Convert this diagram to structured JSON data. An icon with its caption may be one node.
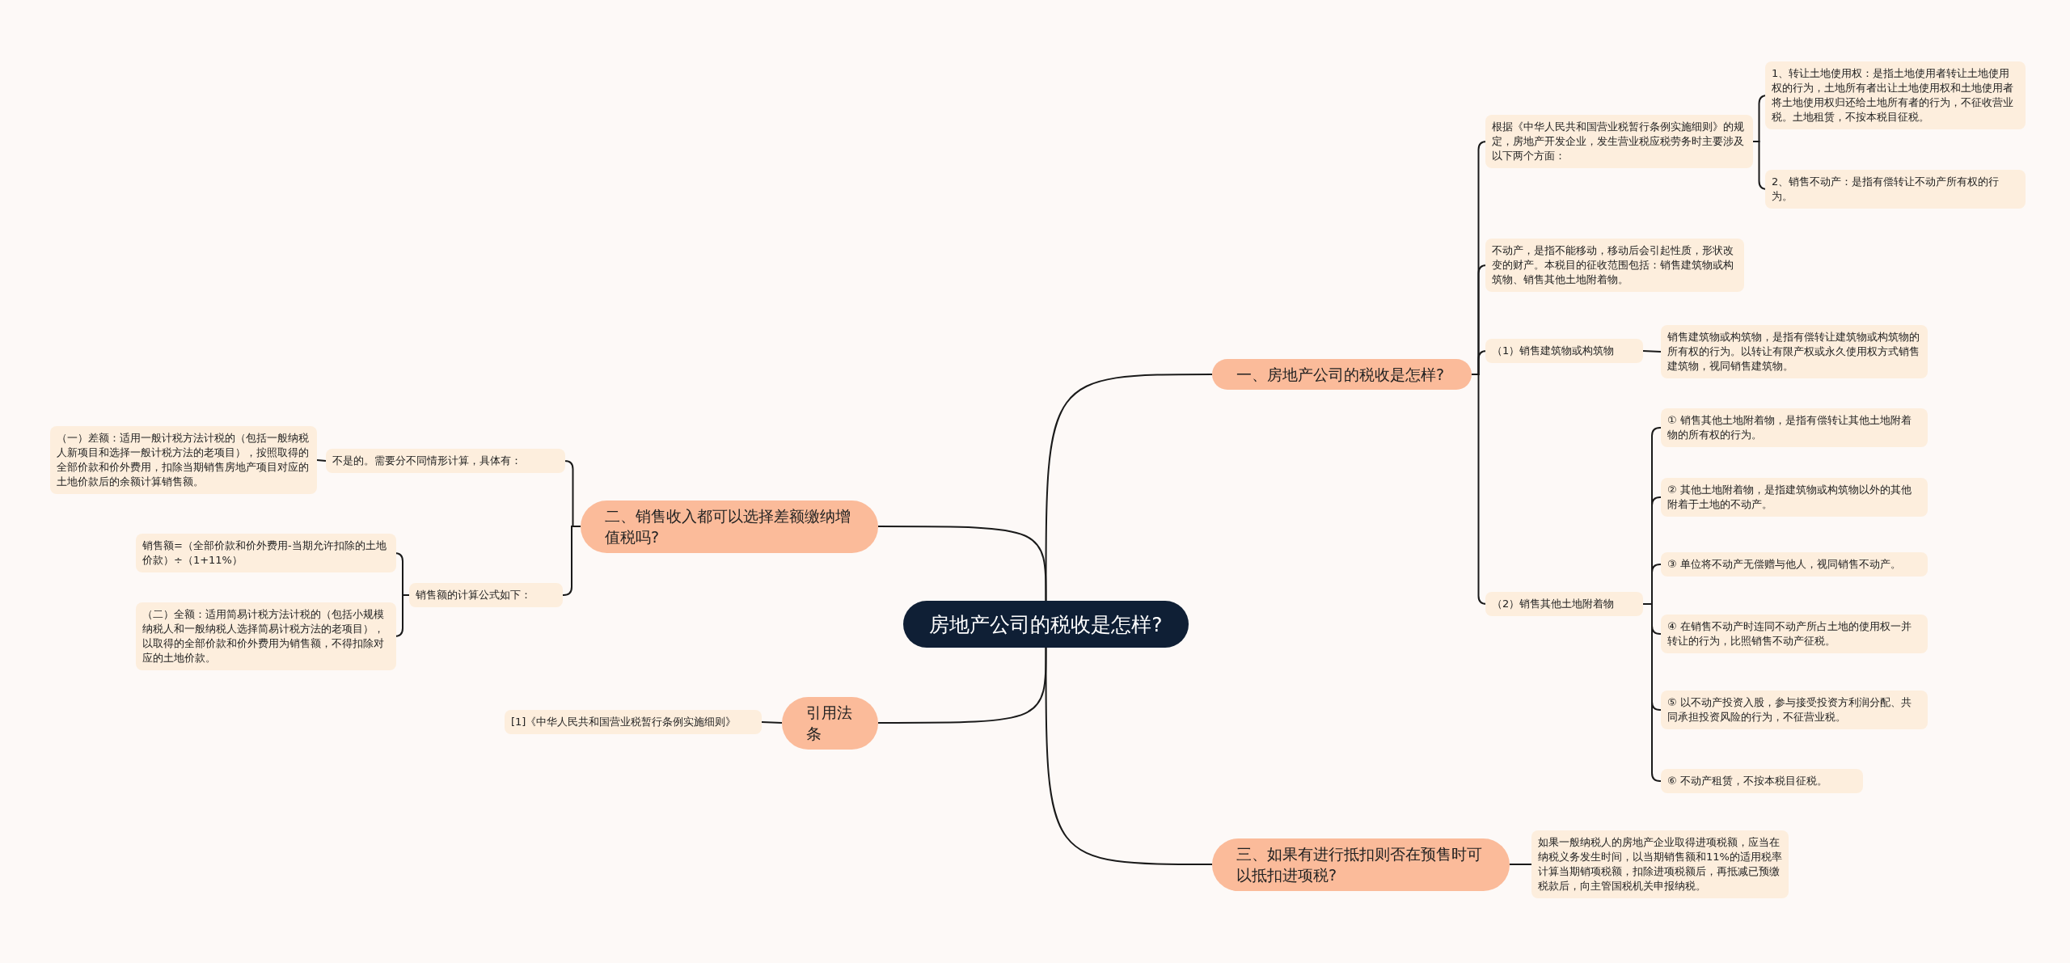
{
  "diagram": {
    "nodes": [
      {
        "text": [
          "房地产公司的税收是怎样?"
        ]
      },
      {
        "text": [
          "一、房地产公司的税收是怎样?"
        ]
      },
      {
        "text": [
          "根据《中华人民共和国营业税暂行条例实施细则》的规定，房地产开发企业，发生营业税应税劳务时主要涉及以下两个方面："
        ]
      },
      {
        "text": [
          "1、转让土地使用权：是指土地使用者转让土地使用权的行为，土地所有者出让土地使用权和土地使用者将土地使用权归还给土地所有者的行为，不征收营业税。土地租赁，不按本税目征税。"
        ]
      },
      {
        "text": [
          "2、销售不动产：是指有偿转让不动产所有权的行为。"
        ]
      },
      {
        "text": [
          "不动产，是指不能移动，移动后会引起性质，形状改变的财产。本税目的征收范围包括：销售建筑物或构筑物、销售其他土地附着物。"
        ]
      },
      {
        "text": [
          "（1）销售建筑物或构筑物"
        ]
      },
      {
        "text": [
          "销售建筑物或构筑物，是指有偿转让建筑物或构筑物的所有权的行为。以转让有限产权或永久使用权方式销售建筑物，视同销售建筑物。"
        ]
      },
      {
        "text": [
          "（2）销售其他土地附着物"
        ]
      },
      {
        "text": [
          "① 销售其他土地附着物，是指有偿转让其他土地附着物的所有权的行为。"
        ]
      },
      {
        "text": [
          "② 其他土地附着物，是指建筑物或构筑物以外的其他附着于土地的不动产。"
        ]
      },
      {
        "text": [
          "③ 单位将不动产无偿赠与他人，视同销售不动产。"
        ]
      },
      {
        "text": [
          "④ 在销售不动产时连同不动产所占土地的使用权一并转让的行为，比照销售不动产征税。"
        ]
      },
      {
        "text": [
          "⑤ 以不动产投资入股，参与接受投资方利润分配、共同承担投资风险的行为，不征营业税。"
        ]
      },
      {
        "text": [
          "⑥ 不动产租赁，不按本税目征税。"
        ]
      },
      {
        "text": [
          "二、销售收入都可以选择差额缴纳增值税吗?"
        ]
      },
      {
        "text": [
          "不是的。需要分不同情形计算，具体有："
        ]
      },
      {
        "text": [
          "（一）差额：适用一般计税方法计税的（包括一般纳税人新项目和选择一般计税方法的老项目），按照取得的全部价款和价外费用，扣除当期销售房地产项目对应的土地价款后的余额计算销售额。"
        ]
      },
      {
        "text": [
          "销售额的计算公式如下："
        ]
      },
      {
        "text": [
          "销售额=（全部价款和价外费用-当期允许扣除的土地价款）÷（1+11%）"
        ]
      },
      {
        "text": [
          "（二）全额：适用简易计税方法计税的（包括小规模纳税人和一般纳税人选择简易计税方法的老项目），以取得的全部价款和价外费用为销售额，不得扣除对应的土地价款。"
        ]
      },
      {
        "text": [
          "引用法条"
        ]
      },
      {
        "text": [
          "[1]《中华人民共和国营业税暂行条例实施细则》"
        ]
      },
      {
        "text": [
          "三、如果有进行抵扣则否在预售时可以抵扣进项税?"
        ]
      },
      {
        "text": [
          "如果一般纳税人的房地产企业取得进项税额，应当在纳税义务发生时间，以当期销售额和11%的适用税率计算当期销项税额，扣除进项税额后，再抵减已预缴税款后，向主管国税机关申报纳税。"
        ]
      }
    ],
    "edges": [
      {
        "from": 0,
        "to": 1,
        "arrow": "none"
      },
      {
        "from": 1,
        "to": 2,
        "arrow": "none"
      },
      {
        "from": 2,
        "to": 3,
        "arrow": "none"
      },
      {
        "from": 2,
        "to": 4,
        "arrow": "none"
      },
      {
        "from": 1,
        "to": 5,
        "arrow": "none"
      },
      {
        "from": 1,
        "to": 6,
        "arrow": "none"
      },
      {
        "from": 6,
        "to": 7,
        "arrow": "none"
      },
      {
        "from": 1,
        "to": 8,
        "arrow": "none"
      },
      {
        "from": 8,
        "to": 9,
        "arrow": "none"
      },
      {
        "from": 8,
        "to": 10,
        "arrow": "none"
      },
      {
        "from": 8,
        "to": 11,
        "arrow": "none"
      },
      {
        "from": 8,
        "to": 12,
        "arrow": "none"
      },
      {
        "from": 8,
        "to": 13,
        "arrow": "none"
      },
      {
        "from": 8,
        "to": 14,
        "arrow": "none"
      },
      {
        "from": 0,
        "to": 15,
        "arrow": "none"
      },
      {
        "from": 15,
        "to": 16,
        "arrow": "none"
      },
      {
        "from": 16,
        "to": 17,
        "arrow": "none"
      },
      {
        "from": 15,
        "to": 18,
        "arrow": "none"
      },
      {
        "from": 18,
        "to": 19,
        "arrow": "none"
      },
      {
        "from": 18,
        "to": 20,
        "arrow": "none"
      },
      {
        "from": 0,
        "to": 21,
        "arrow": "none"
      },
      {
        "from": 21,
        "to": 22,
        "arrow": "none"
      },
      {
        "from": 0,
        "to": 23,
        "arrow": "none"
      },
      {
        "from": 23,
        "to": 24,
        "arrow": "none"
      }
    ]
  }
}
